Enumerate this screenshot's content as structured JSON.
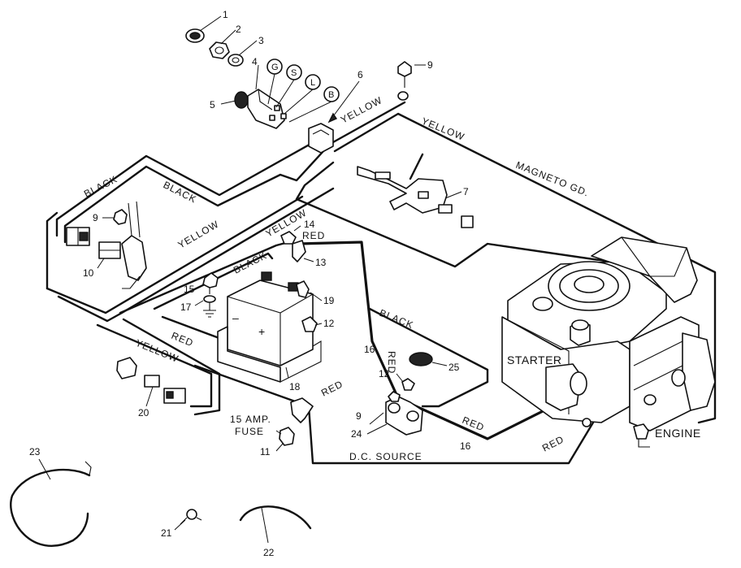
{
  "wire_labels": {
    "black_top": "BLACK",
    "black_mid": "BLACK",
    "yellow_top": "YELLOW",
    "yellow_long": "YELLOW",
    "magneto": "MAGNETO GD.",
    "yellow_left": "YELLOW",
    "yellow_mid": "YELLOW",
    "red_top": "RED",
    "black_battery": "BLACK",
    "black_lower": "BLACK",
    "red_left": "RED",
    "yellow_bottom": "YELLOW",
    "red_vertical": "RED",
    "red_lower": "RED",
    "red_solenoid": "RED",
    "red_right": "RED",
    "dc_source": "D.C. SOURCE"
  },
  "component_labels": {
    "starter": "STARTER",
    "engine": "ENGINE",
    "fuse_line1": "15 AMP.",
    "fuse_line2": "FUSE",
    "plus": "+",
    "minus": "–"
  },
  "switch_terminals": [
    "G",
    "S",
    "L",
    "B"
  ],
  "callouts": {
    "c1": "1",
    "c2": "2",
    "c3": "3",
    "c4": "4",
    "c5": "5",
    "c6": "6",
    "c7": "7",
    "c9a": "9",
    "c9b": "9",
    "c9c": "9",
    "c10": "10",
    "c11": "11",
    "c12a": "12",
    "c12b": "12",
    "c13": "13",
    "c14": "14",
    "c15": "15",
    "c16a": "16",
    "c16b": "16",
    "c17": "17",
    "c18": "18",
    "c19": "19",
    "c20": "20",
    "c21": "21",
    "c22": "22",
    "c23": "23",
    "c24": "24",
    "c25": "25"
  }
}
